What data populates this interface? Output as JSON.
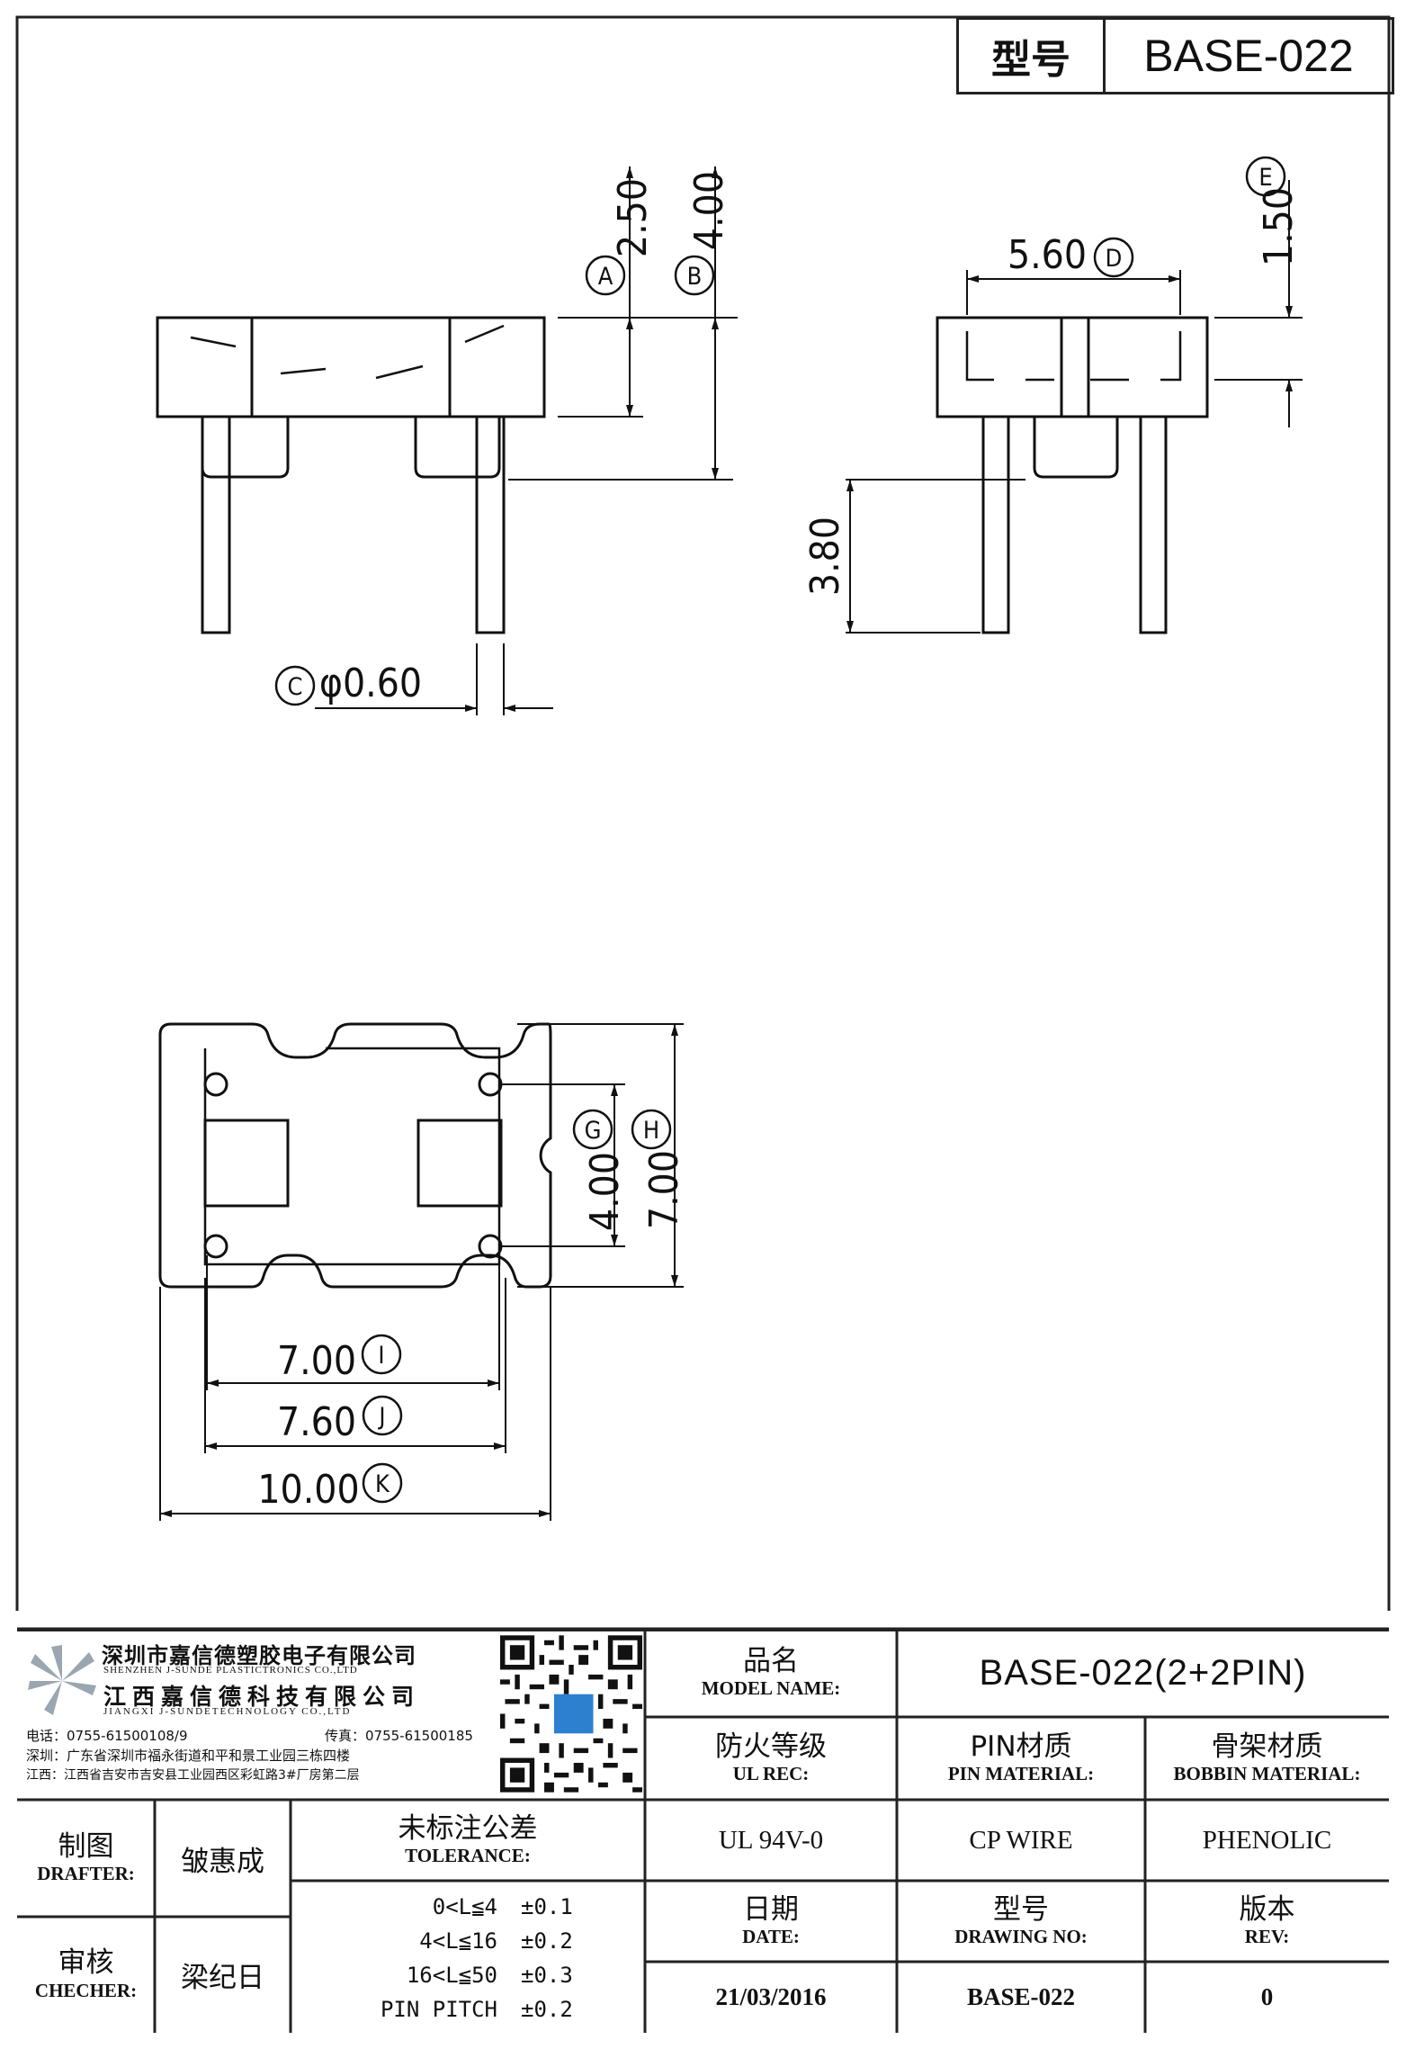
{
  "header": {
    "model_label": "型号",
    "model_value": "BASE-022"
  },
  "dimensions": {
    "A": {
      "letter": "A",
      "value": "2.50"
    },
    "B": {
      "letter": "B",
      "value": "4.00"
    },
    "C": {
      "letter": "C",
      "value": "φ0.60"
    },
    "D": {
      "letter": "D",
      "value": "5.60"
    },
    "E": {
      "letter": "E",
      "value": "1.50"
    },
    "F": {
      "value": "3.80"
    },
    "G": {
      "letter": "G",
      "value": "4.00"
    },
    "H": {
      "letter": "H",
      "value": "7.00"
    },
    "I": {
      "letter": "I",
      "value": "7.00"
    },
    "J": {
      "letter": "J",
      "value": "7.60"
    },
    "K": {
      "letter": "K",
      "value": "10.00"
    }
  },
  "company": {
    "name_sz": "深圳市嘉信德塑胶电子有限公司",
    "name_sz_en": "SHENZHEN J-SUNDE PLASTICTRONICS CO.,LTD",
    "name_jx": "江西嘉信德科技有限公司",
    "name_jx_en": "JIANGXI J-SUNDETECHNOLOGY CO.,LTD",
    "phone": "电话：0755-61500108/9",
    "fax": "传真：0755-61500185",
    "addr_sz": "深圳：广东省深圳市福永街道和平和景工业园三栋四楼",
    "addr_jx": "江西：江西省吉安市吉安县工业园西区彩虹路3#厂房第二层"
  },
  "title_block": {
    "model_name_zh": "品名",
    "model_name_en": "MODEL NAME:",
    "model_name_value": "BASE-022(2+2PIN)",
    "ul_zh": "防火等级",
    "ul_en": "UL REC:",
    "pin_mat_zh": "PIN材质",
    "pin_mat_en": "PIN MATERIAL:",
    "bobbin_mat_zh": "骨架材质",
    "bobbin_mat_en": "BOBBIN MATERIAL:",
    "ul_value": "UL 94V-0",
    "pin_mat_value": "CP WIRE",
    "bobbin_mat_value": "PHENOLIC",
    "drafter_zh": "制图",
    "drafter_en": "DRAFTER:",
    "drafter_name": "皱惠成",
    "checker_zh": "审核",
    "checker_en": "CHECHER:",
    "checker_name": "梁纪日",
    "tolerance_zh": "未标注公差",
    "tolerance_en": "TOLERANCE:",
    "tolerances": [
      {
        "range": "0<L≦4",
        "value": "±0.1"
      },
      {
        "range": "4<L≦16",
        "value": "±0.2"
      },
      {
        "range": "16<L≦50",
        "value": "±0.3"
      },
      {
        "range": "PIN PITCH",
        "value": "±0.2"
      }
    ],
    "date_zh": "日期",
    "date_en": "DATE:",
    "drawing_no_zh": "型号",
    "drawing_no_en": "DRAWING NO:",
    "rev_zh": "版本",
    "rev_en": "REV:",
    "date_value": "21/03/2016",
    "drawing_no_value": "BASE-022",
    "rev_value": "0"
  }
}
